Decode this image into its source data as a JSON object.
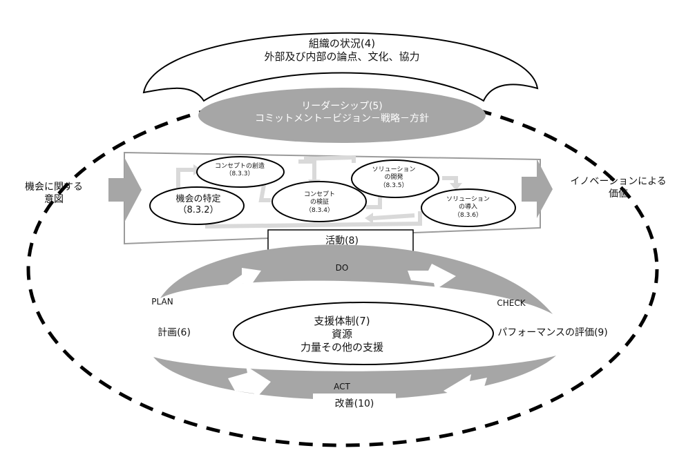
{
  "context": {
    "line1": "組織の状況(4)",
    "line2": "外部及び内部の論点、文化、協力"
  },
  "leadership": {
    "line1": "リーダーシップ(5)",
    "line2": "コミットメント－ビジョン－戦略－方針"
  },
  "input": {
    "line1": "機会に関する",
    "line2": "意図"
  },
  "output": {
    "line1": "イノベーションによる",
    "line2": "価値"
  },
  "processes": [
    {
      "line1": "機会の特定",
      "line2": "（8.3.2）"
    },
    {
      "line1": "コンセプトの創造",
      "line2": "（8.3.3）"
    },
    {
      "line1": "コンセプト",
      "line2": "の検証",
      "line3": "（8.3.4）"
    },
    {
      "line1": "ソリューション",
      "line2": "の開発",
      "line3": "（8.3.5）"
    },
    {
      "line1": "ソリューション",
      "line2": "の導入",
      "line3": "（8.3.6）"
    }
  ],
  "activities": "活動(8)",
  "cycle": {
    "do": "DO",
    "plan": "PLAN",
    "check": "CHECK",
    "act": "ACT"
  },
  "planning": "計画(6)",
  "performance": "パフォーマンスの評価(9)",
  "support": {
    "line1": "支援体制(7)",
    "line2": "資源",
    "line3": "力量その他の支援"
  },
  "improvement": "改善(10)",
  "colors": {
    "gray": "#a6a6a6",
    "light_gray": "#d9d9d9",
    "black": "#000000",
    "white": "#ffffff"
  }
}
